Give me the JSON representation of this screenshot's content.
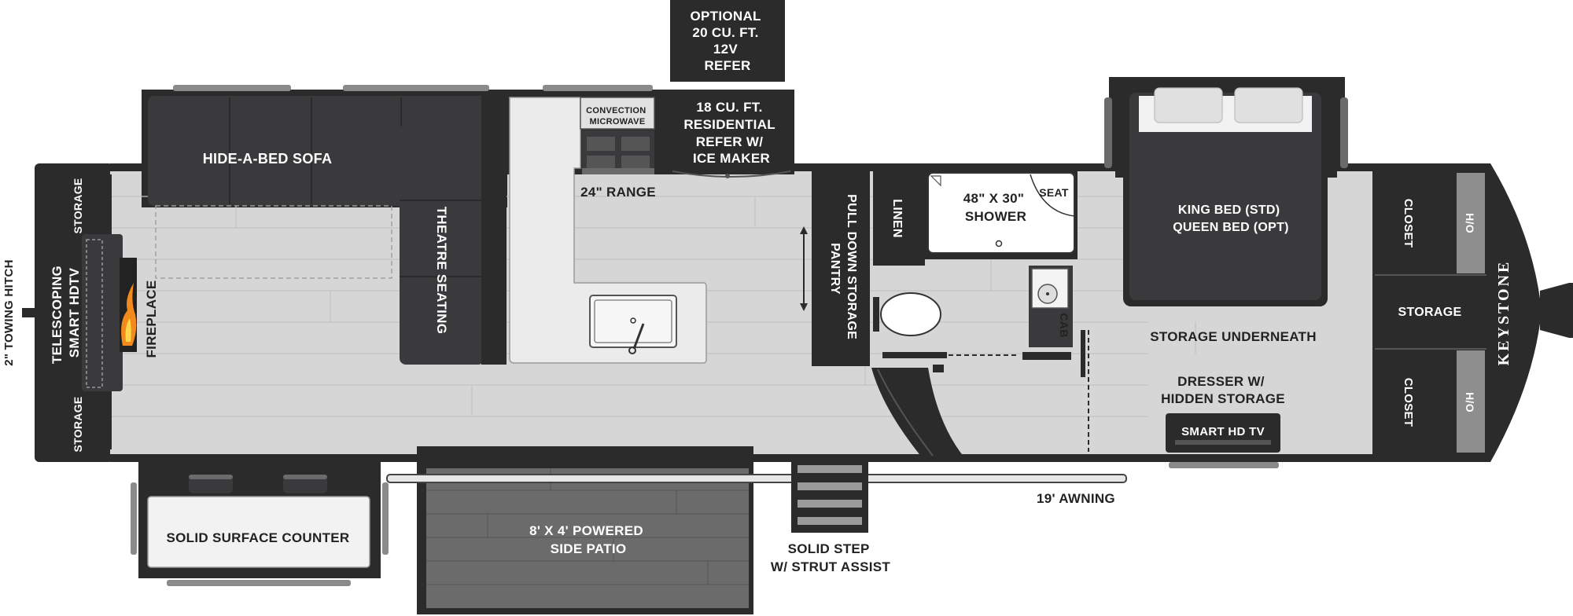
{
  "brand": "KEYSTONE",
  "labels": {
    "towing_hitch": "2\" TOWING HITCH",
    "storage_top": "STORAGE",
    "storage_bottom": "STORAGE",
    "tv_front": "TELESCOPING SMART HDTV",
    "fireplace": "FIREPLACE",
    "sofa": "HIDE-A-BED SOFA",
    "theatre": "THEATRE SEATING",
    "microwave": "CONVECTION MICROWAVE",
    "range": "24\" RANGE",
    "opt_refer": "OPTIONAL 20 CU. FT. 12V REFER",
    "refer": "18 CU. FT. RESIDENTIAL REFER W/ ICE MAKER",
    "pantry": "PULL DOWN STORAGE PANTRY",
    "linen": "LINEN",
    "shower": "48\" X 30\" SHOWER",
    "seat": "SEAT",
    "cab": "CAB",
    "bed": "KING BED (STD) QUEEN BED (OPT)",
    "storage_underneath": "STORAGE UNDERNEATH",
    "dresser": "DRESSER W/ HIDDEN STORAGE",
    "smart_tv": "SMART HD TV",
    "closet_top": "CLOSET",
    "closet_bottom": "CLOSET",
    "ho_top": "H/O",
    "ho_bottom": "H/O",
    "storage_rear": "STORAGE",
    "counter": "SOLID SURFACE COUNTER",
    "patio": "8' X 4' POWERED SIDE PATIO",
    "step": "SOLID STEP W/ STRUT ASSIST",
    "awning": "19' AWNING"
  },
  "colors": {
    "wall": "#2b2b2b",
    "floor": "#d6d6d6",
    "furniture": "#3a3a3c",
    "label_light": "#ffffff",
    "label_dark": "#222222"
  }
}
